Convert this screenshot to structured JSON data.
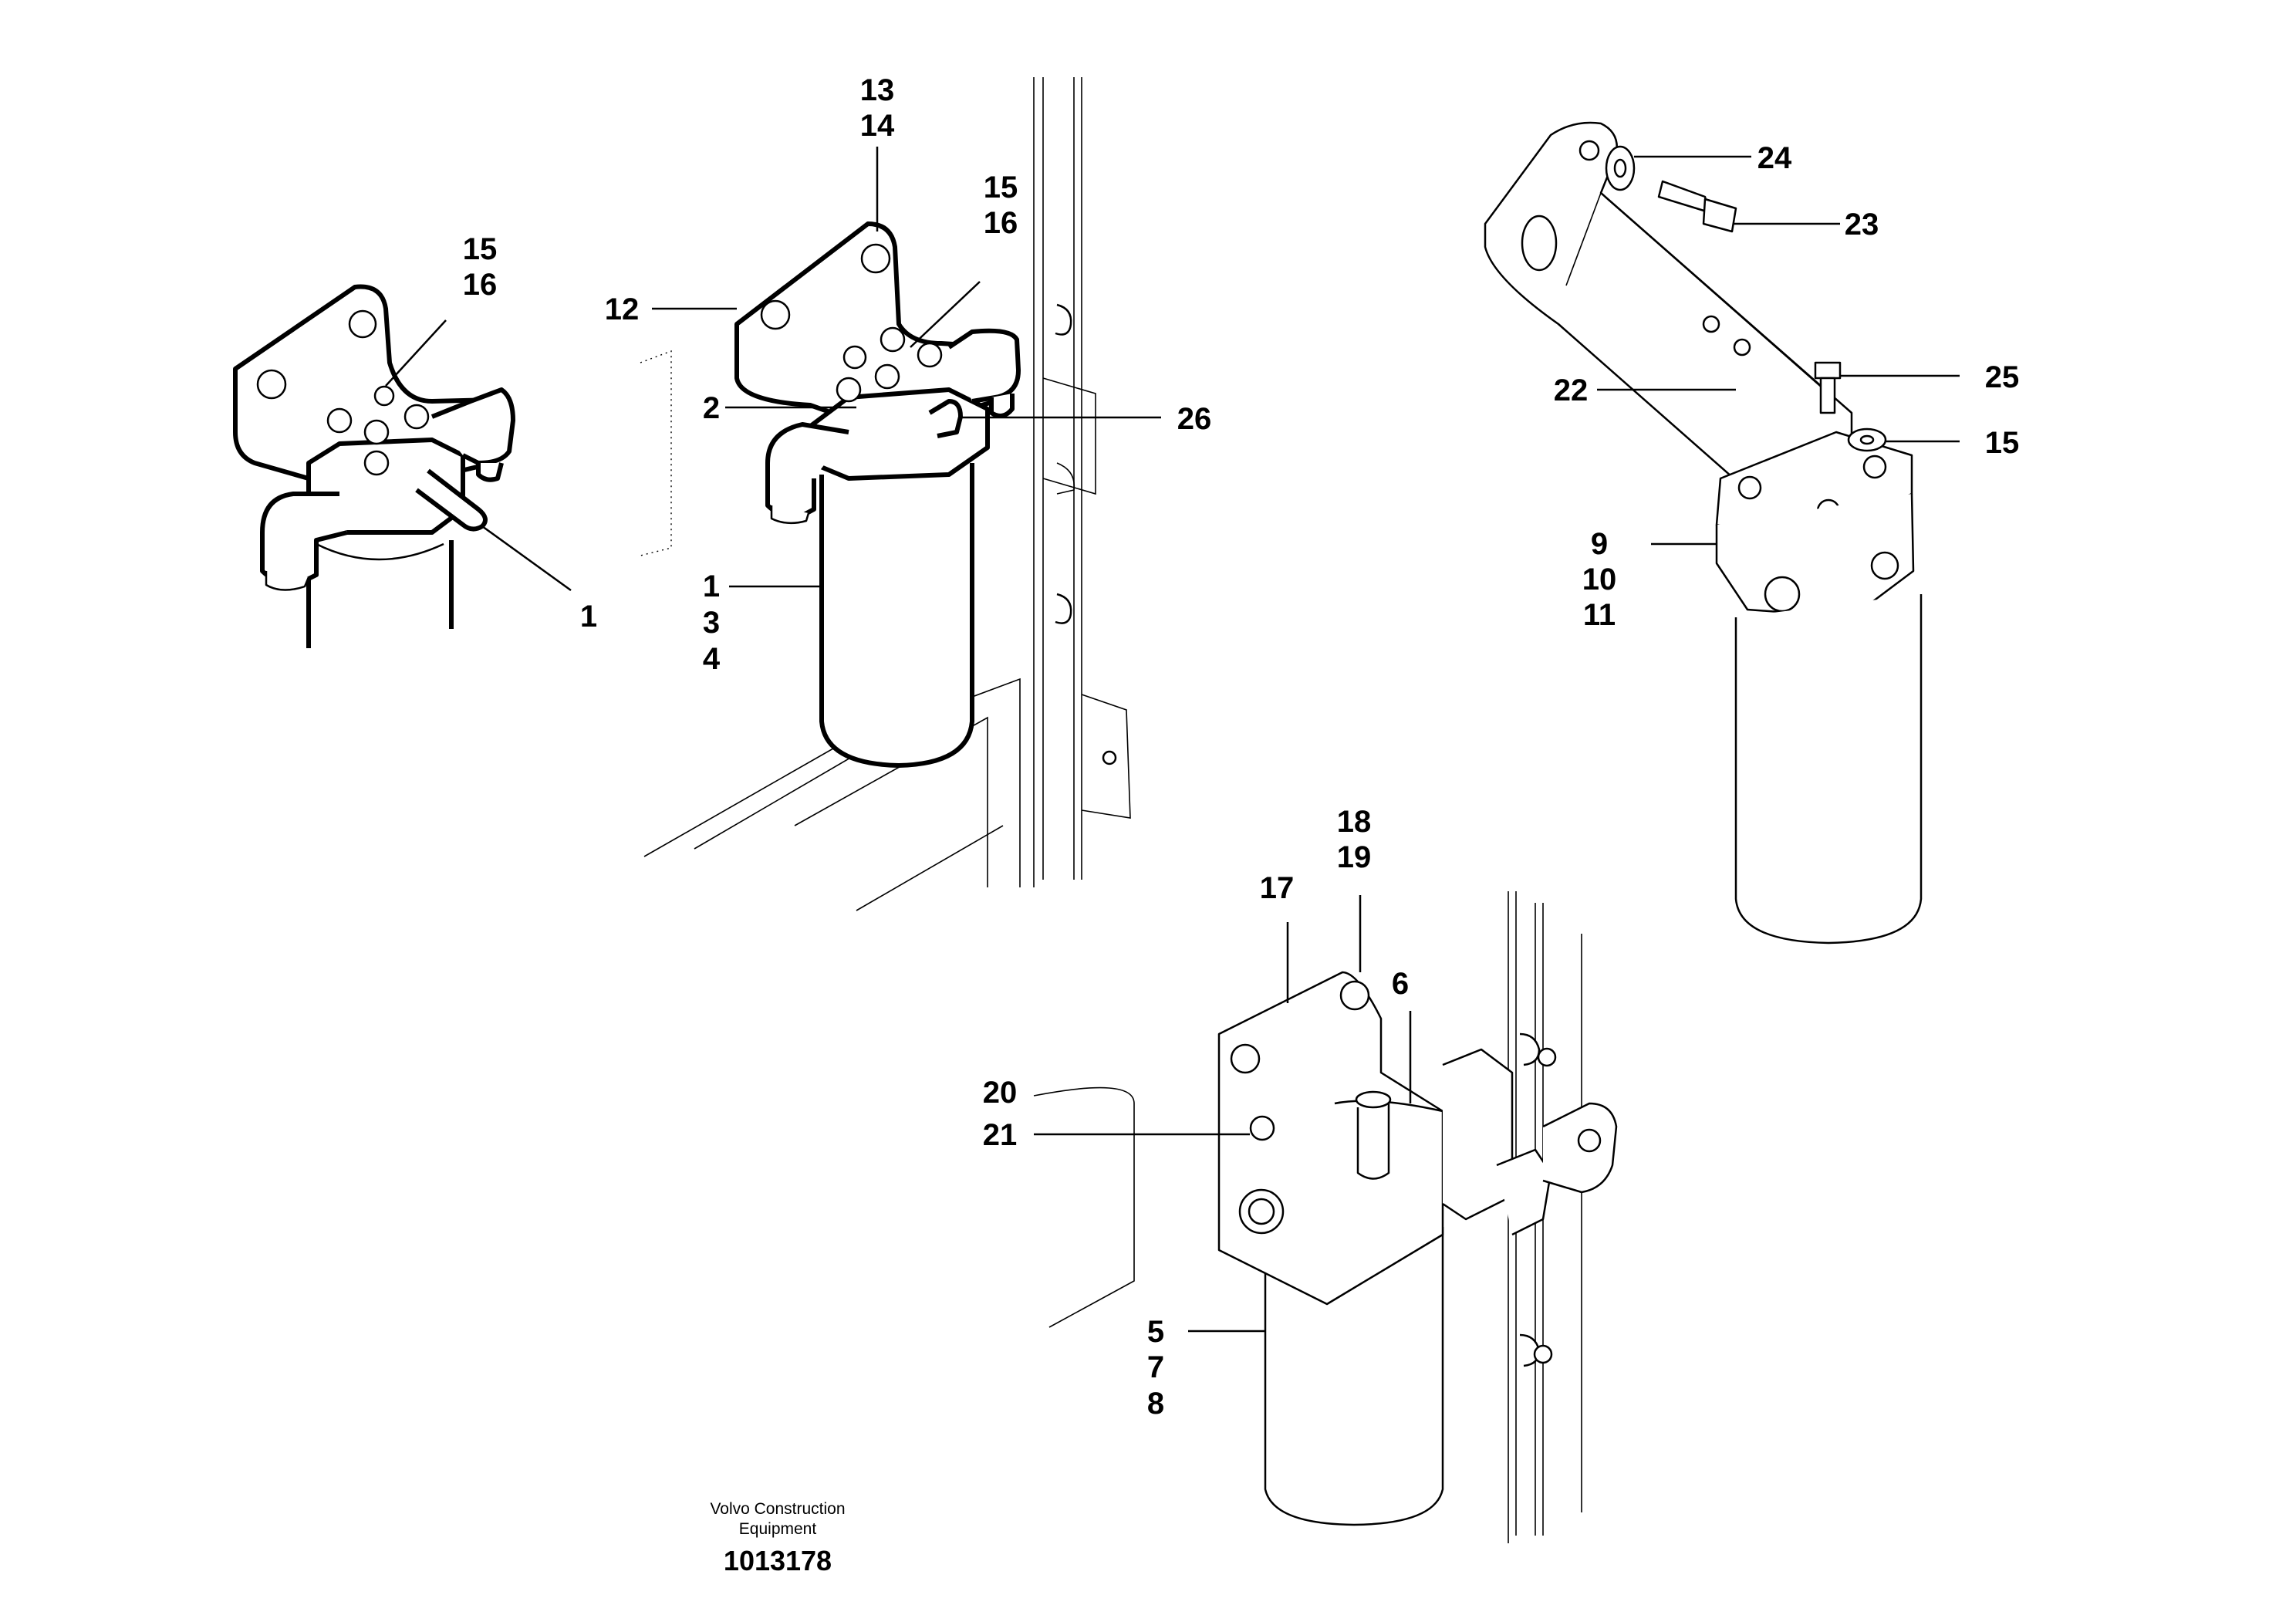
{
  "callouts": {
    "v1_15_16": [
      "15",
      "16"
    ],
    "v1_1": [
      "1"
    ],
    "v2_13_14": [
      "13",
      "14"
    ],
    "v2_15_16": [
      "15",
      "16"
    ],
    "v2_12": [
      "12"
    ],
    "v2_2": [
      "2"
    ],
    "v2_26": [
      "26"
    ],
    "v2_1_3_4": [
      "1",
      "3",
      "4"
    ],
    "v3_24": [
      "24"
    ],
    "v3_23": [
      "23"
    ],
    "v3_25": [
      "25"
    ],
    "v3_22": [
      "22"
    ],
    "v3_15": [
      "15"
    ],
    "v3_9_10_11": [
      "9",
      "10",
      "11"
    ],
    "v4_18_19": [
      "18",
      "19"
    ],
    "v4_17": [
      "17"
    ],
    "v4_6": [
      "6"
    ],
    "v4_20_21": [
      "20",
      "21"
    ],
    "v4_5_7_8": [
      "5",
      "7",
      "8"
    ]
  },
  "publisher": {
    "line1": "Volvo Construction",
    "line2": "Equipment",
    "number": "1013178"
  }
}
